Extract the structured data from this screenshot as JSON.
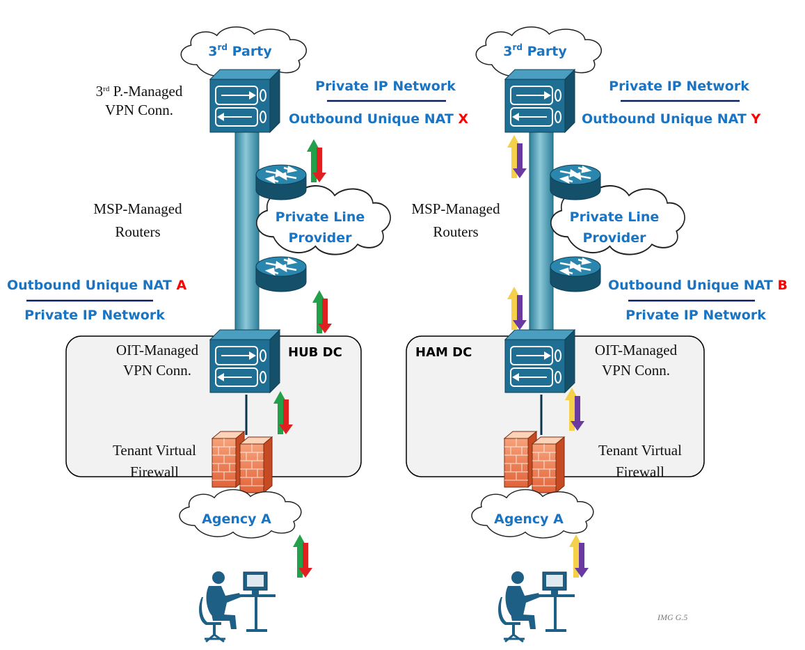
{
  "left": {
    "top_cloud": "3",
    "top_cloud_sup": "rd",
    "top_cloud_rest": " Party",
    "vpn3p_line1_pre": "3",
    "vpn3p_line1_sup": "rd",
    "vpn3p_line1_rest": " P.-Managed",
    "vpn3p_line2": "VPN Conn.",
    "net_label": "Private IP Network",
    "nat_label": "Outbound Unique NAT ",
    "nat_letter": "X",
    "msp_line1": "MSP-Managed",
    "msp_line2": "Routers",
    "plp_line1": "Private Line",
    "plp_line2": "Provider",
    "agency_nat_label": "Outbound Unique NAT ",
    "agency_nat_letter": "A",
    "agency_net_label": "Private IP Network",
    "dc_label": "HUB DC",
    "oit_line1": "OIT-Managed",
    "oit_line2": "VPN Conn.",
    "fw_line1": "Tenant Virtual",
    "fw_line2": "Firewall",
    "agency_cloud": "Agency A"
  },
  "right": {
    "top_cloud": "3",
    "top_cloud_sup": "rd",
    "top_cloud_rest": " Party",
    "net_label": "Private IP Network",
    "nat_label": "Outbound Unique NAT ",
    "nat_letter": "Y",
    "msp_line1": "MSP-Managed",
    "msp_line2": "Routers",
    "plp_line1": "Private Line",
    "plp_line2": "Provider",
    "agency_nat_label": "Outbound Unique NAT ",
    "agency_nat_letter": "B",
    "agency_net_label": "Private IP Network",
    "dc_label": "HAM DC",
    "oit_line1": "OIT-Managed",
    "oit_line2": "VPN Conn.",
    "fw_line1": "Tenant Virtual",
    "fw_line2": "Firewall",
    "agency_cloud": "Agency A"
  },
  "footer": "IMG G.5",
  "colors": {
    "label_blue": "#1a74c4",
    "nat_red": "#ff0000",
    "arrow_up_left": "#22a04a",
    "arrow_down_left": "#e02020",
    "arrow_up_right": "#f5d04a",
    "arrow_down_right": "#6a3aa0",
    "device_blue": "#1f6f95"
  }
}
